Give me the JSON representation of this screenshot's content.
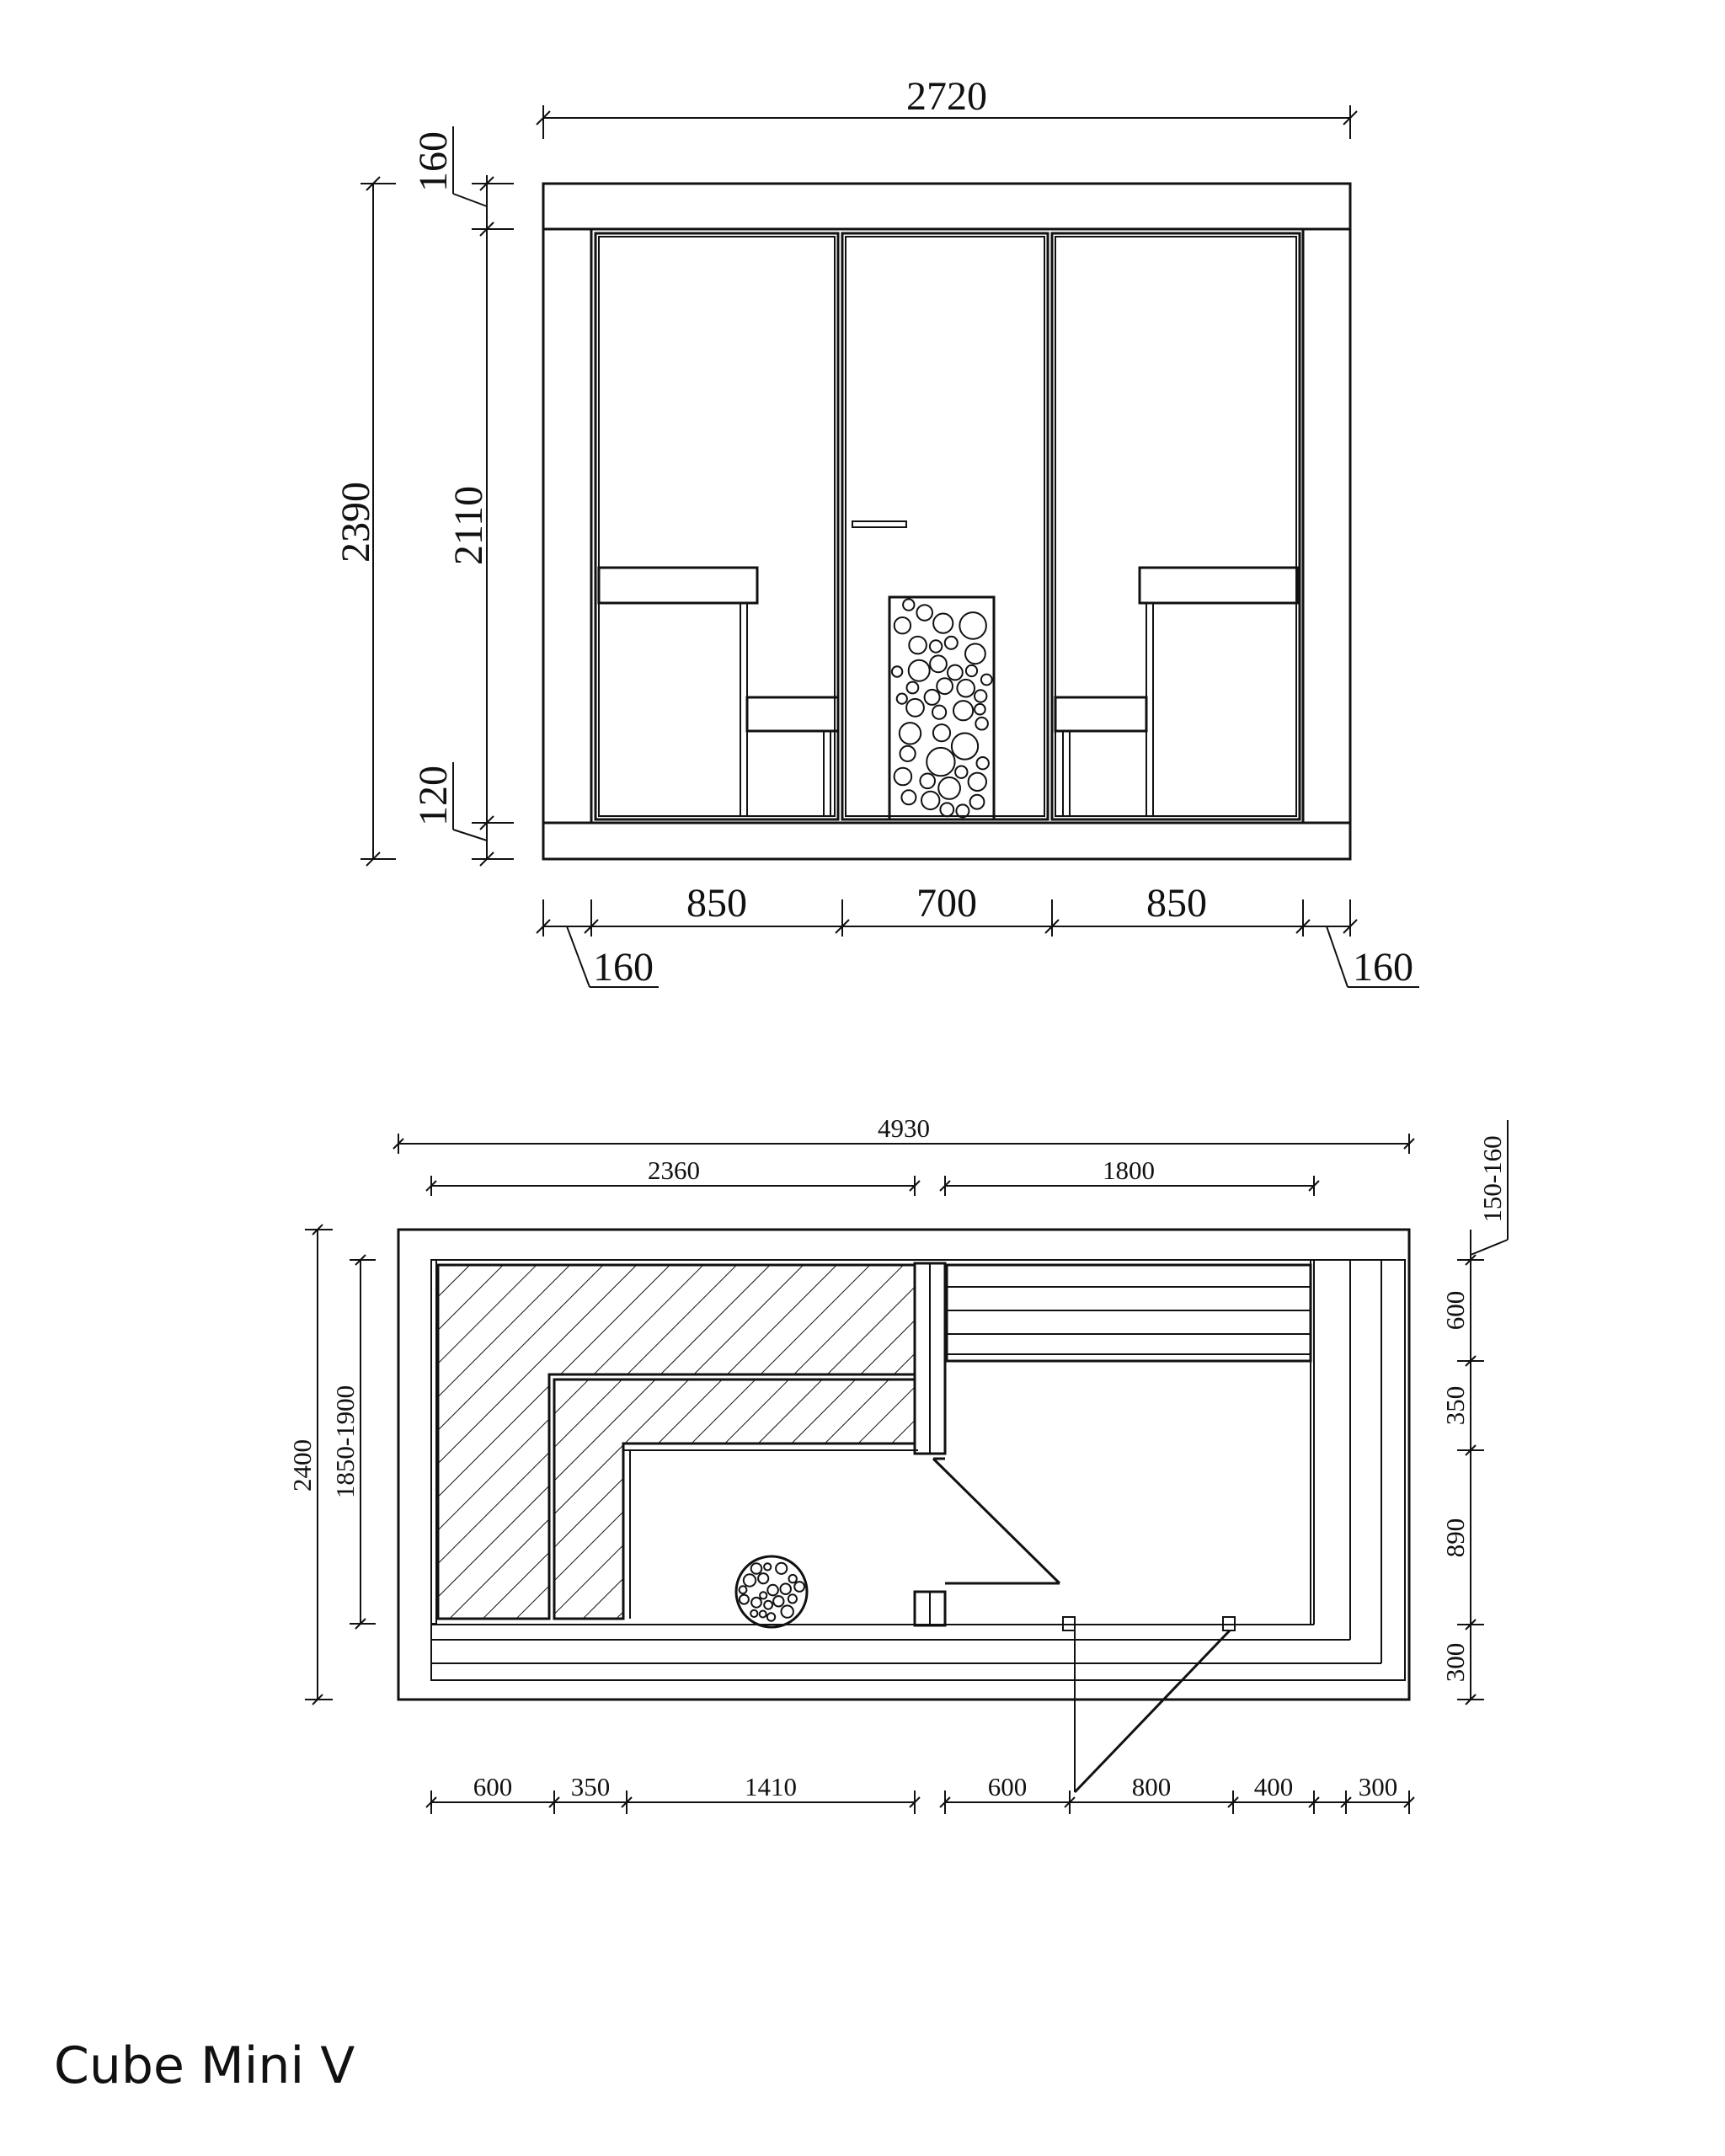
{
  "caption": "Cube Mini V",
  "elevation": {
    "overall_width": "2720",
    "overall_height": "2390",
    "inner_height": "2110",
    "top_frame": "160",
    "bottom_frame": "120",
    "left_frame": "160",
    "right_frame": "160",
    "left_panel": "850",
    "door": "700",
    "right_panel": "850"
  },
  "plan": {
    "overall_length": "4930",
    "sauna_length": "2360",
    "shower_length": "1800",
    "overall_width": "2400",
    "inner_width": "1850-1900",
    "wall_thickness": "150-160",
    "right_dims": [
      "600",
      "350",
      "890",
      "300"
    ],
    "bottom_dims": [
      "600",
      "350",
      "1410",
      "600",
      "800",
      "400",
      "300"
    ]
  }
}
